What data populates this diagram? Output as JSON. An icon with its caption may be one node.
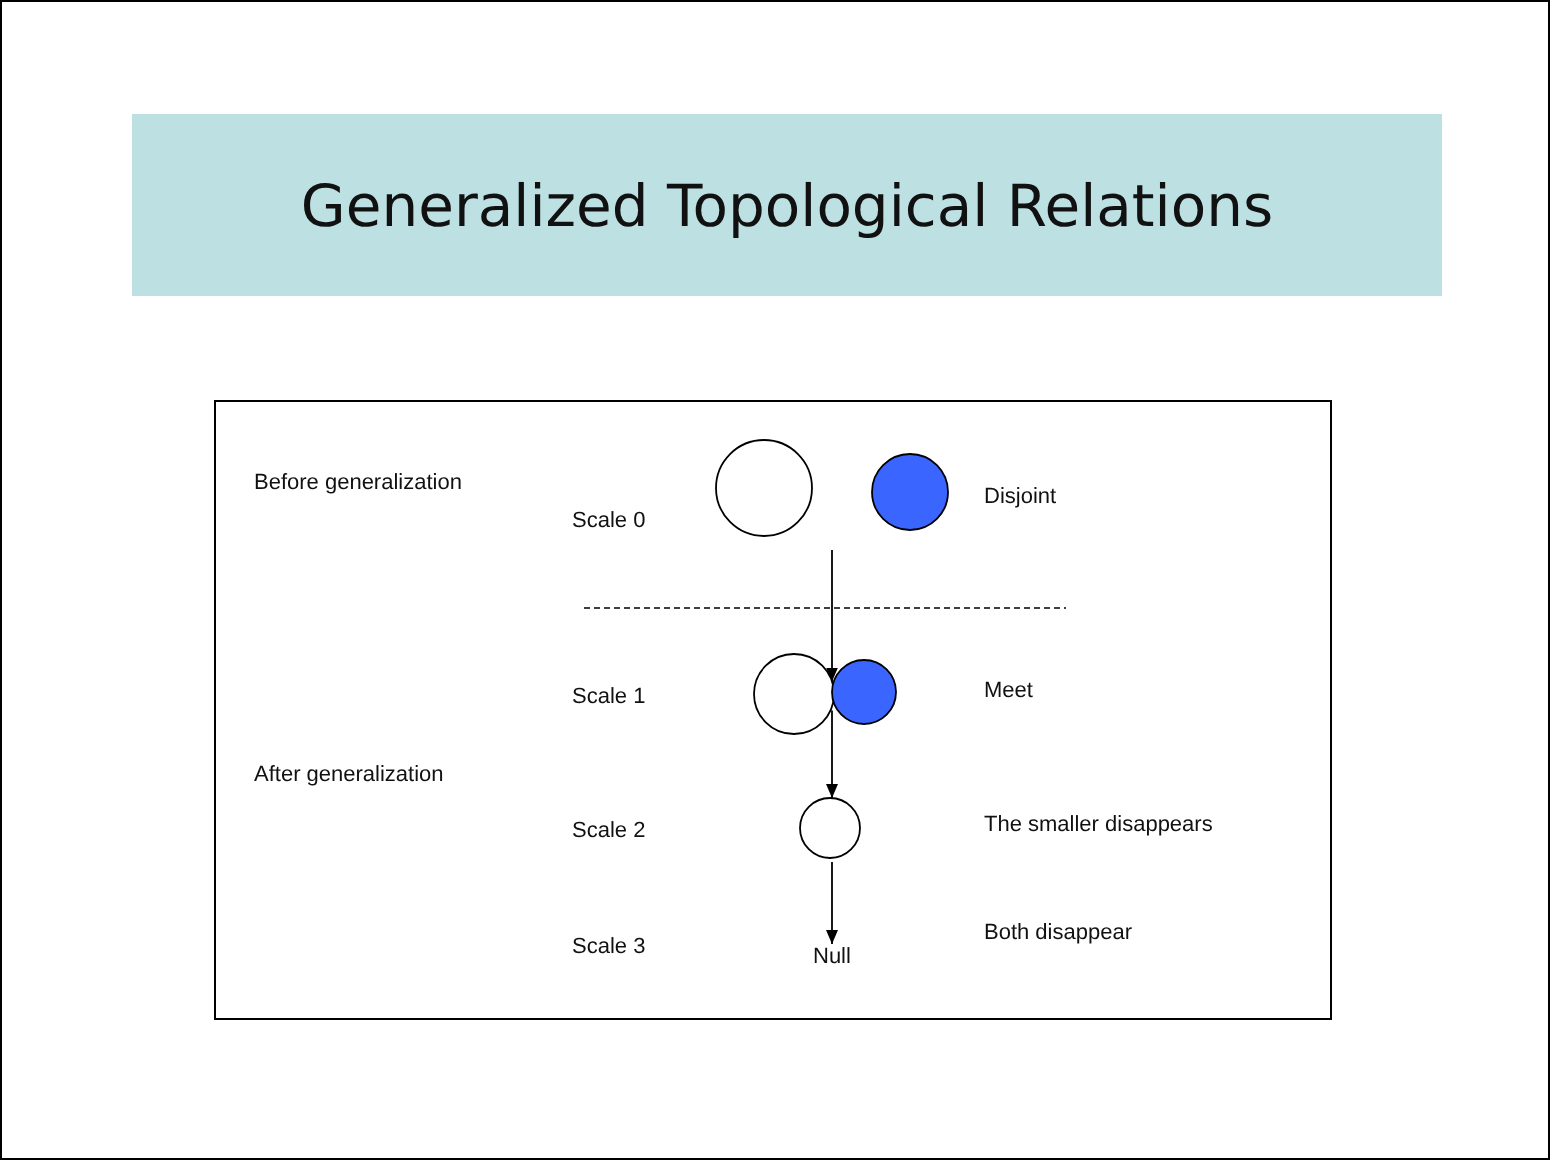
{
  "diagram": {
    "title": "Generalized Topological Relations",
    "nodes": [
      {
        "text": [],
        "shape": "circle"
      },
      {
        "text": [],
        "shape": "circle"
      },
      {
        "text": [],
        "shape": "circle"
      },
      {
        "text": [],
        "shape": "circle"
      },
      {
        "text": [],
        "shape": "circle"
      },
      {
        "text": [
          "Null"
        ]
      }
    ],
    "edges": [
      {
        "from": null,
        "to": 2,
        "arrow": "to"
      },
      {
        "from": 2,
        "to": 4,
        "arrow": "to"
      },
      {
        "from": 4,
        "to": 5,
        "arrow": "to"
      }
    ],
    "labels": [
      "Before generalization",
      "Disjoint",
      "Scale 0",
      "Scale 1",
      "Meet",
      "After generalization",
      "Scale 2",
      "The smaller disappears",
      "Both disappear",
      "Scale 3"
    ]
  }
}
